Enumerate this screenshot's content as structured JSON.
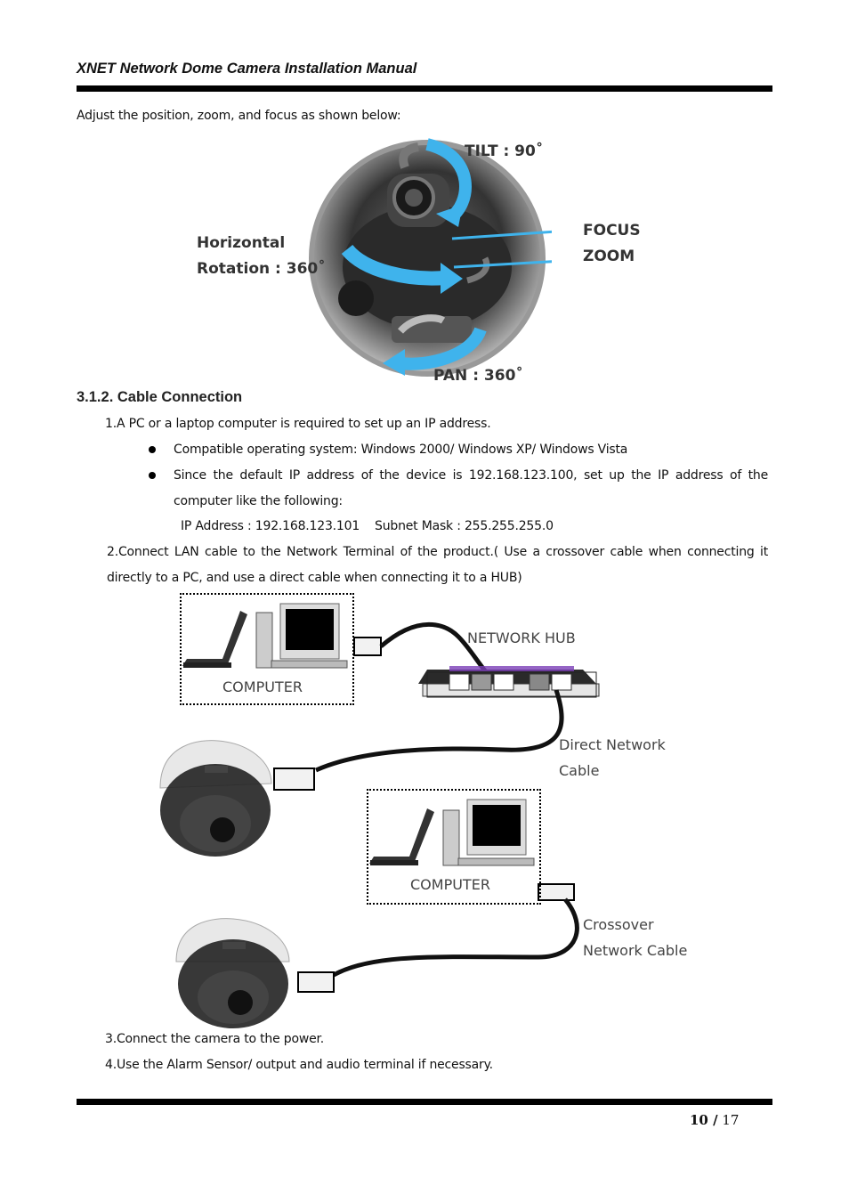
{
  "header": {
    "title": "XNET Network Dome Camera Installation Manual"
  },
  "intro": "Adjust the position, zoom, and focus as shown below:",
  "camera_figure": {
    "tilt": "TILT : 90˚",
    "horizontal_line1": "Horizontal",
    "horizontal_line2": "Rotation : 360˚",
    "focus": "FOCUS",
    "zoom": "ZOOM",
    "pan": "PAN : 360˚"
  },
  "section": {
    "heading": "3.1.2. Cable Connection"
  },
  "steps": {
    "step1": "1.A PC or a laptop computer is required to set up an IP address.",
    "bullet1": "Compatible operating system: Windows 2000/ Windows XP/ Windows Vista",
    "bullet2_line1": "Since the default IP address of the device is 192.168.123.100, set up the IP address of the",
    "bullet2_line2": "computer like the following:",
    "ip_line": "IP Address : 192.168.123.101    Subnet Mask : 255.255.255.0",
    "step2_line1": "2.Connect LAN cable to the Network Terminal of the product.( Use a crossover cable when connecting it",
    "step2_line2": "directly to a PC, and use a direct cable when connecting it to a HUB)",
    "step3": "3.Connect the camera to the power.",
    "step4": "4.Use the Alarm Sensor/ output and audio terminal if necessary."
  },
  "network_figure": {
    "computer_top": "COMPUTER",
    "network_hub": "NETWORK HUB",
    "direct_line1": "Direct Network",
    "direct_line2": "Cable",
    "computer_mid": "COMPUTER",
    "crossover_line1": "Crossover",
    "crossover_line2": "Network Cable"
  },
  "footer": {
    "page_current": "10 /",
    "page_total": "17"
  },
  "colors": {
    "arrow_blue": "#3fb3ec",
    "rule": "#000000",
    "dome_white": "#e8e8e8"
  }
}
